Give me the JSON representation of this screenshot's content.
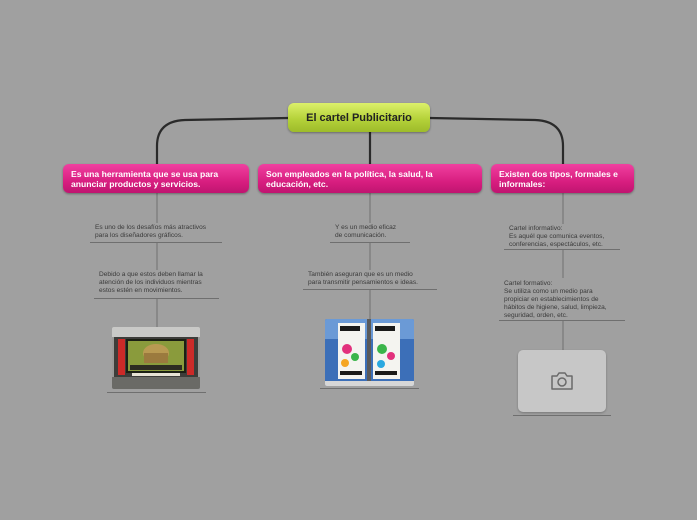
{
  "root": {
    "title": "El cartel Publicitario"
  },
  "branches": [
    {
      "title": "Es una herramienta que se usa para anunciar productos y servicios."
    },
    {
      "title": "Son empleados en la política, la salud, la educación, etc."
    },
    {
      "title": "Existen dos tipos, formales e informales:"
    }
  ],
  "notes": [
    {
      "text": "Es uno de los desafíos más atractivos\npara los diseñadores gráficos."
    },
    {
      "text": "Debido a que estos deben llamar la\natención de los individuos mientras\nestos estén en movimientos."
    },
    {
      "text": "Y es un medio eficaz\nde comunicación."
    },
    {
      "text": "También aseguran que es un medio\npara transmitir pensamientos e ideas."
    },
    {
      "text": "Cartel informativo:\nEs aquél que comunica eventos,\nconferencias, espectáculos, etc."
    },
    {
      "text": "Cartel formativo:\nSe utiliza como un medio para\npropiciar en establecimientos de\nhábitos de higiene, salud, limpieza,\nseguridad, orden, etc."
    }
  ],
  "images": [
    {
      "icon": "billboard-photo"
    },
    {
      "icon": "street-banner-photo"
    },
    {
      "icon": "camera-icon"
    }
  ],
  "colors": {
    "background": "#a0a0a0",
    "root": "#b5d23a",
    "branch": "#d81e80",
    "line": "#2a2a2a"
  }
}
